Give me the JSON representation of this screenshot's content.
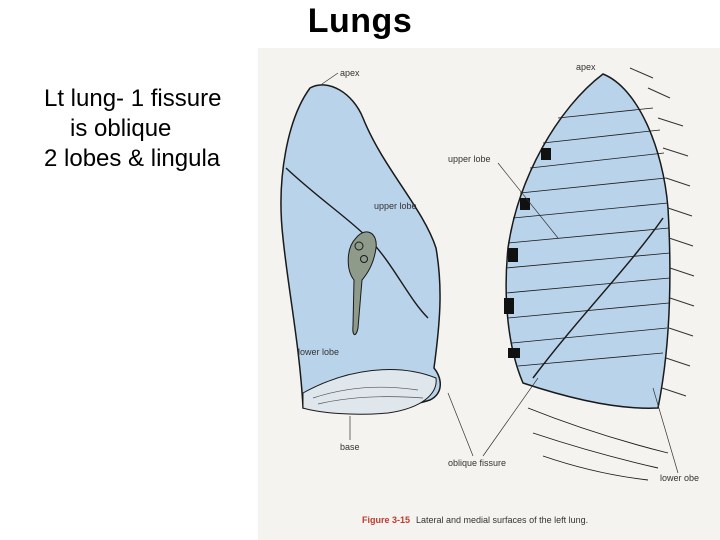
{
  "slide": {
    "title": "Lungs",
    "bullets": [
      "Lt lung- 1 fissure",
      "is oblique",
      "2 lobes & lingula"
    ]
  },
  "figure": {
    "labels": {
      "apex_left": "apex",
      "apex_right": "apex",
      "upper_lobe_medial": "upper lobe",
      "upper_lobe_lateral": "upper lobe",
      "lower_lobe_medial": "lower lobe",
      "lower_lobe_lateral": "lower obe",
      "base": "base",
      "oblique_fissure": "oblique fissure"
    },
    "caption_number": "Figure 3-15",
    "caption_text": "Lateral and medial surfaces of the left lung.",
    "colors": {
      "lung_fill": "#b9d3ea",
      "outline": "#1a1a1a",
      "background": "#f4f3ef"
    }
  }
}
